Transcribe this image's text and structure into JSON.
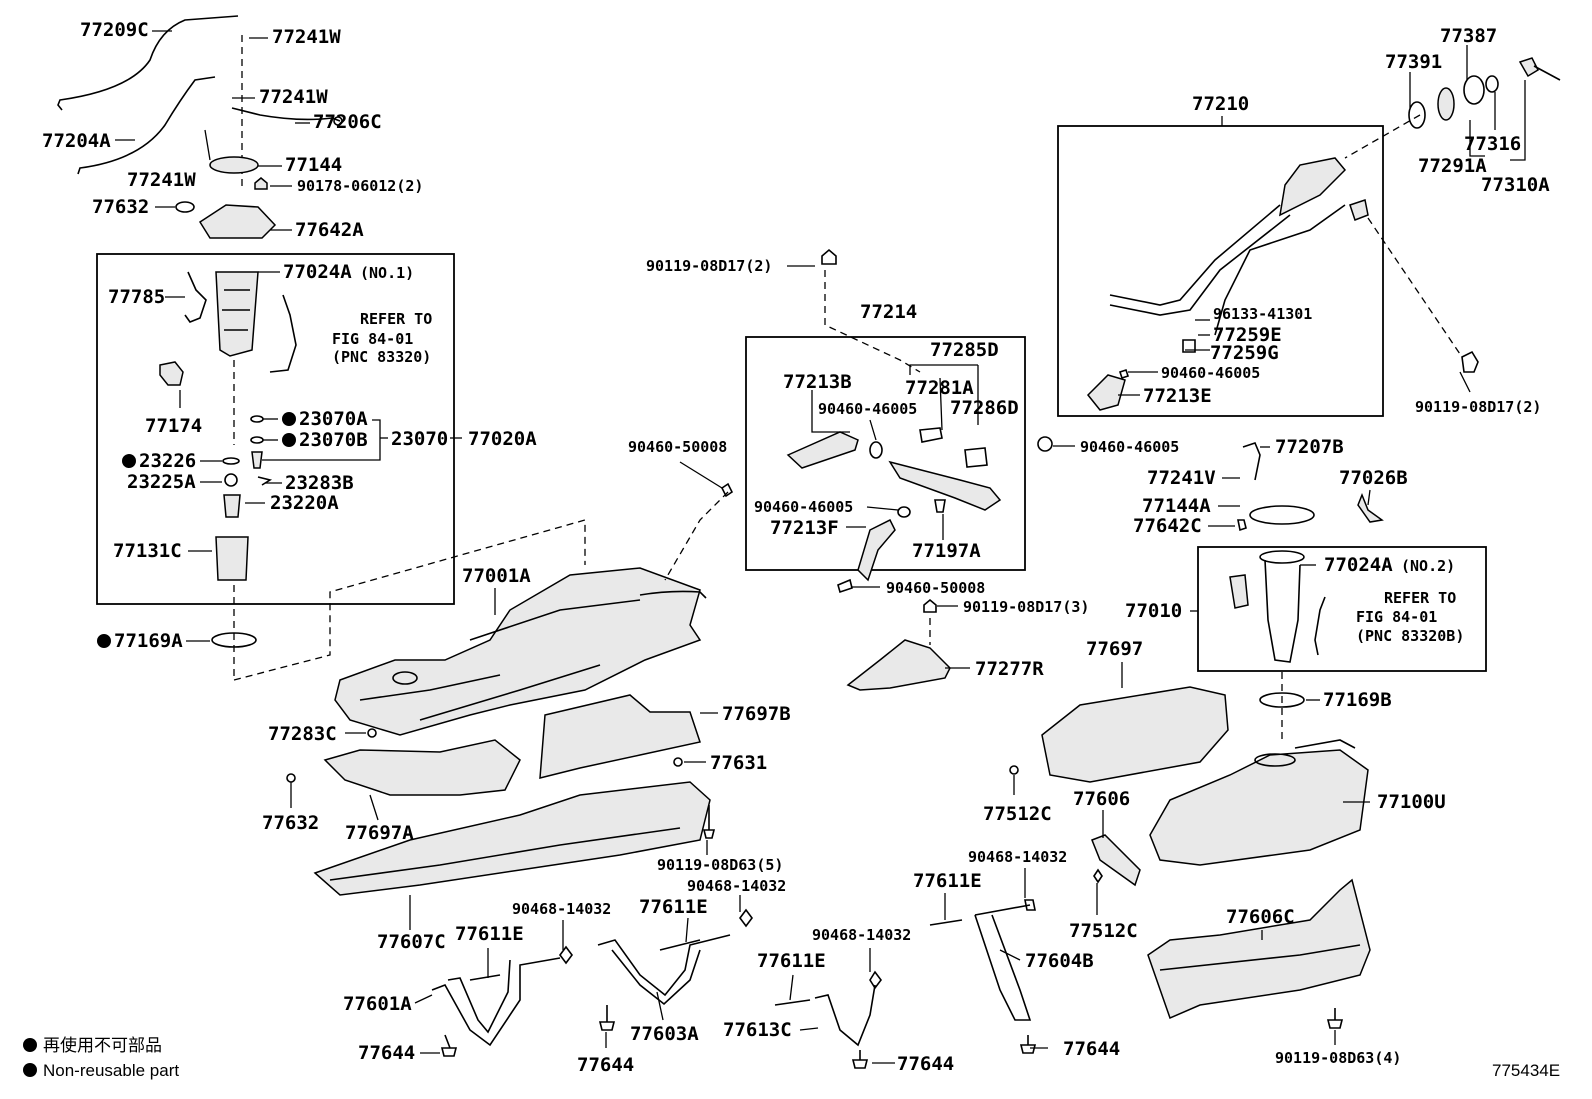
{
  "parts": {
    "p77209C": "77209C",
    "p77241W_a": "77241W",
    "p77241W_b": "77241W",
    "p77206C": "77206C",
    "p77204A": "77204A",
    "p77241W_c": "77241W",
    "p77144": "77144",
    "p90178": "90178-06012(2)",
    "p77632_a": "77632",
    "p77642A": "77642A",
    "p77024A_1": "77024A",
    "p77024A_1n": "(NO.1)",
    "p77785": "77785",
    "refer1_a": "REFER TO",
    "refer1_b": "FIG 84-01",
    "refer1_c": "(PNC 83320)",
    "p77174": "77174",
    "p23070A": "23070A",
    "p23070B": "23070B",
    "p23070": "23070",
    "p77020A": "77020A",
    "p23226": "23226",
    "p23225A": "23225A",
    "p23283B": "23283B",
    "p23220A": "23220A",
    "p77131C": "77131C",
    "p77169A": "77169A",
    "p90119_a": "90119-08D17(2)",
    "p77214": "77214",
    "p77285D": "77285D",
    "p77213B": "77213B",
    "p77281A": "77281A",
    "p90460_46005_a": "90460-46005",
    "p77286D": "77286D",
    "p90460_50008_a": "90460-50008",
    "p90460_46005_b": "90460-46005",
    "p77213F": "77213F",
    "p77197A": "77197A",
    "p90460_50008_b": "90460-50008",
    "p90119_b": "90119-08D17(3)",
    "p77001A": "77001A",
    "p77277R": "77277R",
    "p77283C": "77283C",
    "p77697B": "77697B",
    "p77631": "77631",
    "p77632_b": "77632",
    "p77697A": "77697A",
    "p90119_08D63_5": "90119-08D63(5)",
    "p90468_a": "90468-14032",
    "p77611E_a": "77611E",
    "p77607C": "77607C",
    "p77611E_b": "77611E",
    "p90468_b": "90468-14032",
    "p77601A": "77601A",
    "p77603A": "77603A",
    "p77644_a": "77644",
    "p77644_b": "77644",
    "p77611E_c": "77611E",
    "p90468_c": "90468-14032",
    "p77613C": "77613C",
    "p77644_c": "77644",
    "p77210": "77210",
    "p96133": "96133-41301",
    "p77259E": "77259E",
    "p77259G": "77259G",
    "p90460_46005_c": "90460-46005",
    "p77213E": "77213E",
    "p90460_46005_d": "90460-46005",
    "p77391": "77391",
    "p77387": "77387",
    "p77316": "77316",
    "p77291A": "77291A",
    "p77310A": "77310A",
    "p90119_c": "90119-08D17(2)",
    "p77207B": "77207B",
    "p77241V": "77241V",
    "p77026B": "77026B",
    "p77144A": "77144A",
    "p77642C": "77642C",
    "p77024A_2": "77024A",
    "p77024A_2n": "(NO.2)",
    "p77010": "77010",
    "refer2_a": "REFER TO",
    "refer2_b": "FIG 84-01",
    "refer2_c": "(PNC 83320B)",
    "p77697": "77697",
    "p77169B": "77169B",
    "p77100U": "77100U",
    "p77512C_a": "77512C",
    "p77606": "77606",
    "p90468_d": "90468-14032",
    "p77611E_d": "77611E",
    "p77512C_b": "77512C",
    "p77606C": "77606C",
    "p77604B": "77604B",
    "p77644_d": "77644",
    "p90119_08D63_4": "90119-08D63(4)"
  },
  "legend": {
    "line1": "再使用不可部品",
    "line2": "Non-reusable part"
  },
  "figure_id": "775434E"
}
